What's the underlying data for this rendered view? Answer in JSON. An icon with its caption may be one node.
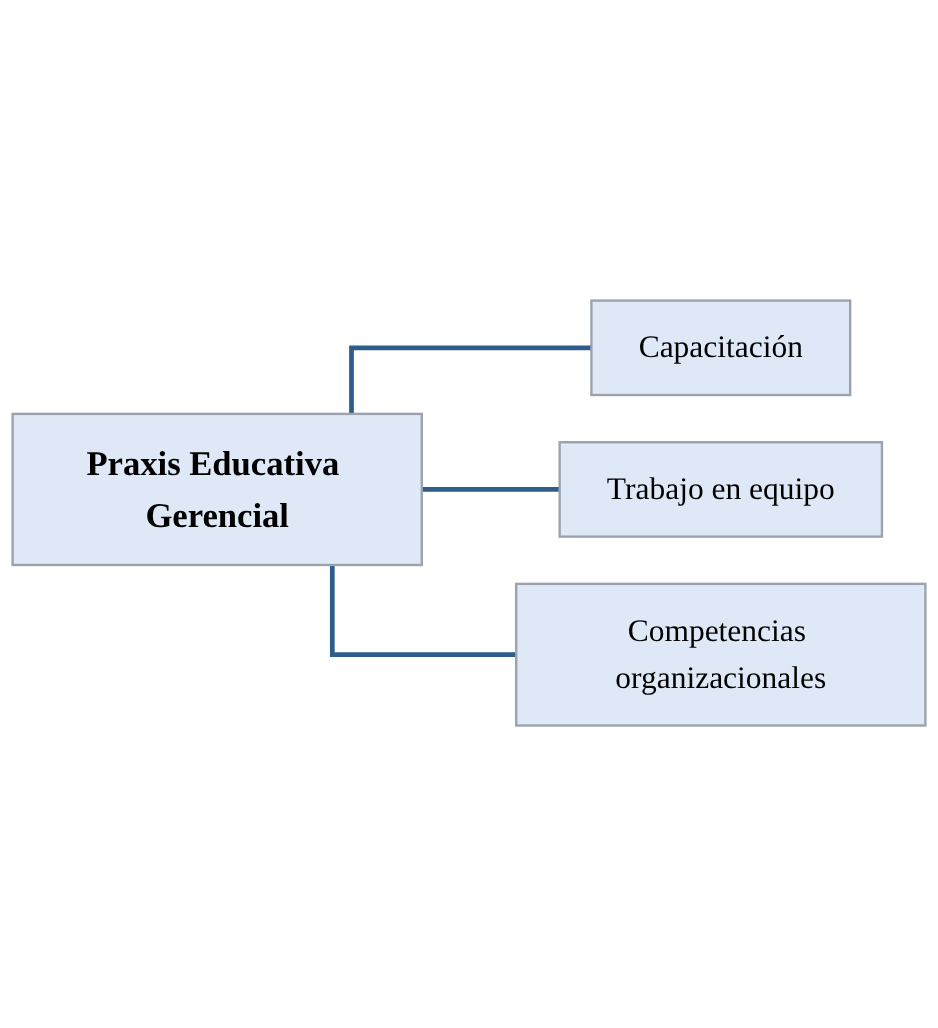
{
  "diagram": {
    "nodes": [
      {
        "text": [
          "Praxis Educativa Gerencial"
        ]
      },
      {
        "text": [
          "Capacitación"
        ]
      },
      {
        "text": [
          "Trabajo en equipo"
        ]
      },
      {
        "text": [
          "Competencias organizacionales"
        ]
      }
    ],
    "edges": [
      {
        "from": 0,
        "to": 1,
        "arrow": "none"
      },
      {
        "from": 0,
        "to": 2,
        "arrow": "none"
      },
      {
        "from": 0,
        "to": 3,
        "arrow": "none"
      }
    ]
  }
}
